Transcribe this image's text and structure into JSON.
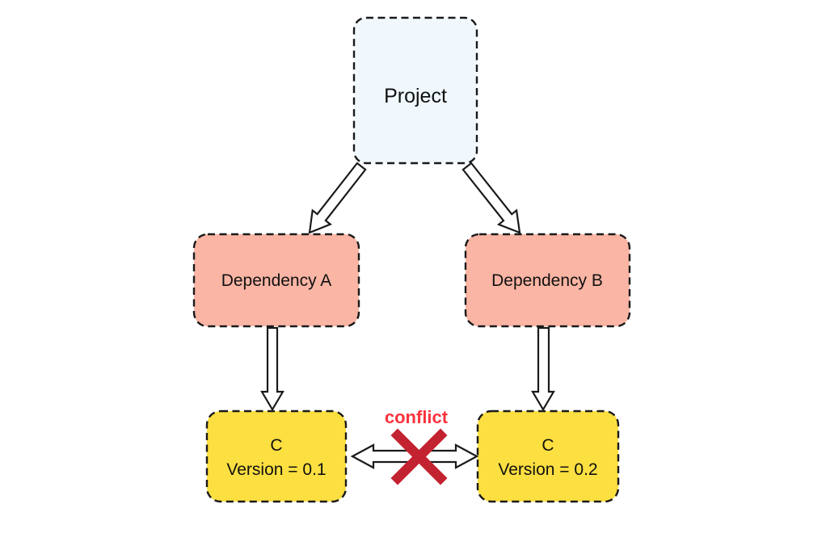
{
  "diagram": {
    "description": "Dependency conflict diagram",
    "nodes": {
      "project": {
        "label": "Project",
        "fill": "#f0f8fd"
      },
      "dep_a": {
        "label": "Dependency A",
        "fill": "#fab5a4"
      },
      "dep_b": {
        "label": "Dependency B",
        "fill": "#fab5a4"
      },
      "c1": {
        "label": "C",
        "sublabel": "Version = 0.1",
        "fill": "#fcdf40"
      },
      "c2": {
        "label": "C",
        "sublabel": "Version = 0.2",
        "fill": "#fcdf40"
      }
    },
    "edges": [
      {
        "from": "project",
        "to": "dep_a",
        "style": "hollow-arrow"
      },
      {
        "from": "project",
        "to": "dep_b",
        "style": "hollow-arrow"
      },
      {
        "from": "dep_a",
        "to": "c1",
        "style": "hollow-arrow"
      },
      {
        "from": "dep_b",
        "to": "c2",
        "style": "hollow-arrow"
      },
      {
        "from": "c1",
        "to": "c2",
        "style": "double-hollow-arrow-crossed-out"
      }
    ],
    "conflict": {
      "label": "conflict",
      "label_color": "#fb333e",
      "x_color": "#c32230"
    },
    "colors": {
      "border": "#1a1a1a",
      "background": "#ffffff"
    }
  }
}
